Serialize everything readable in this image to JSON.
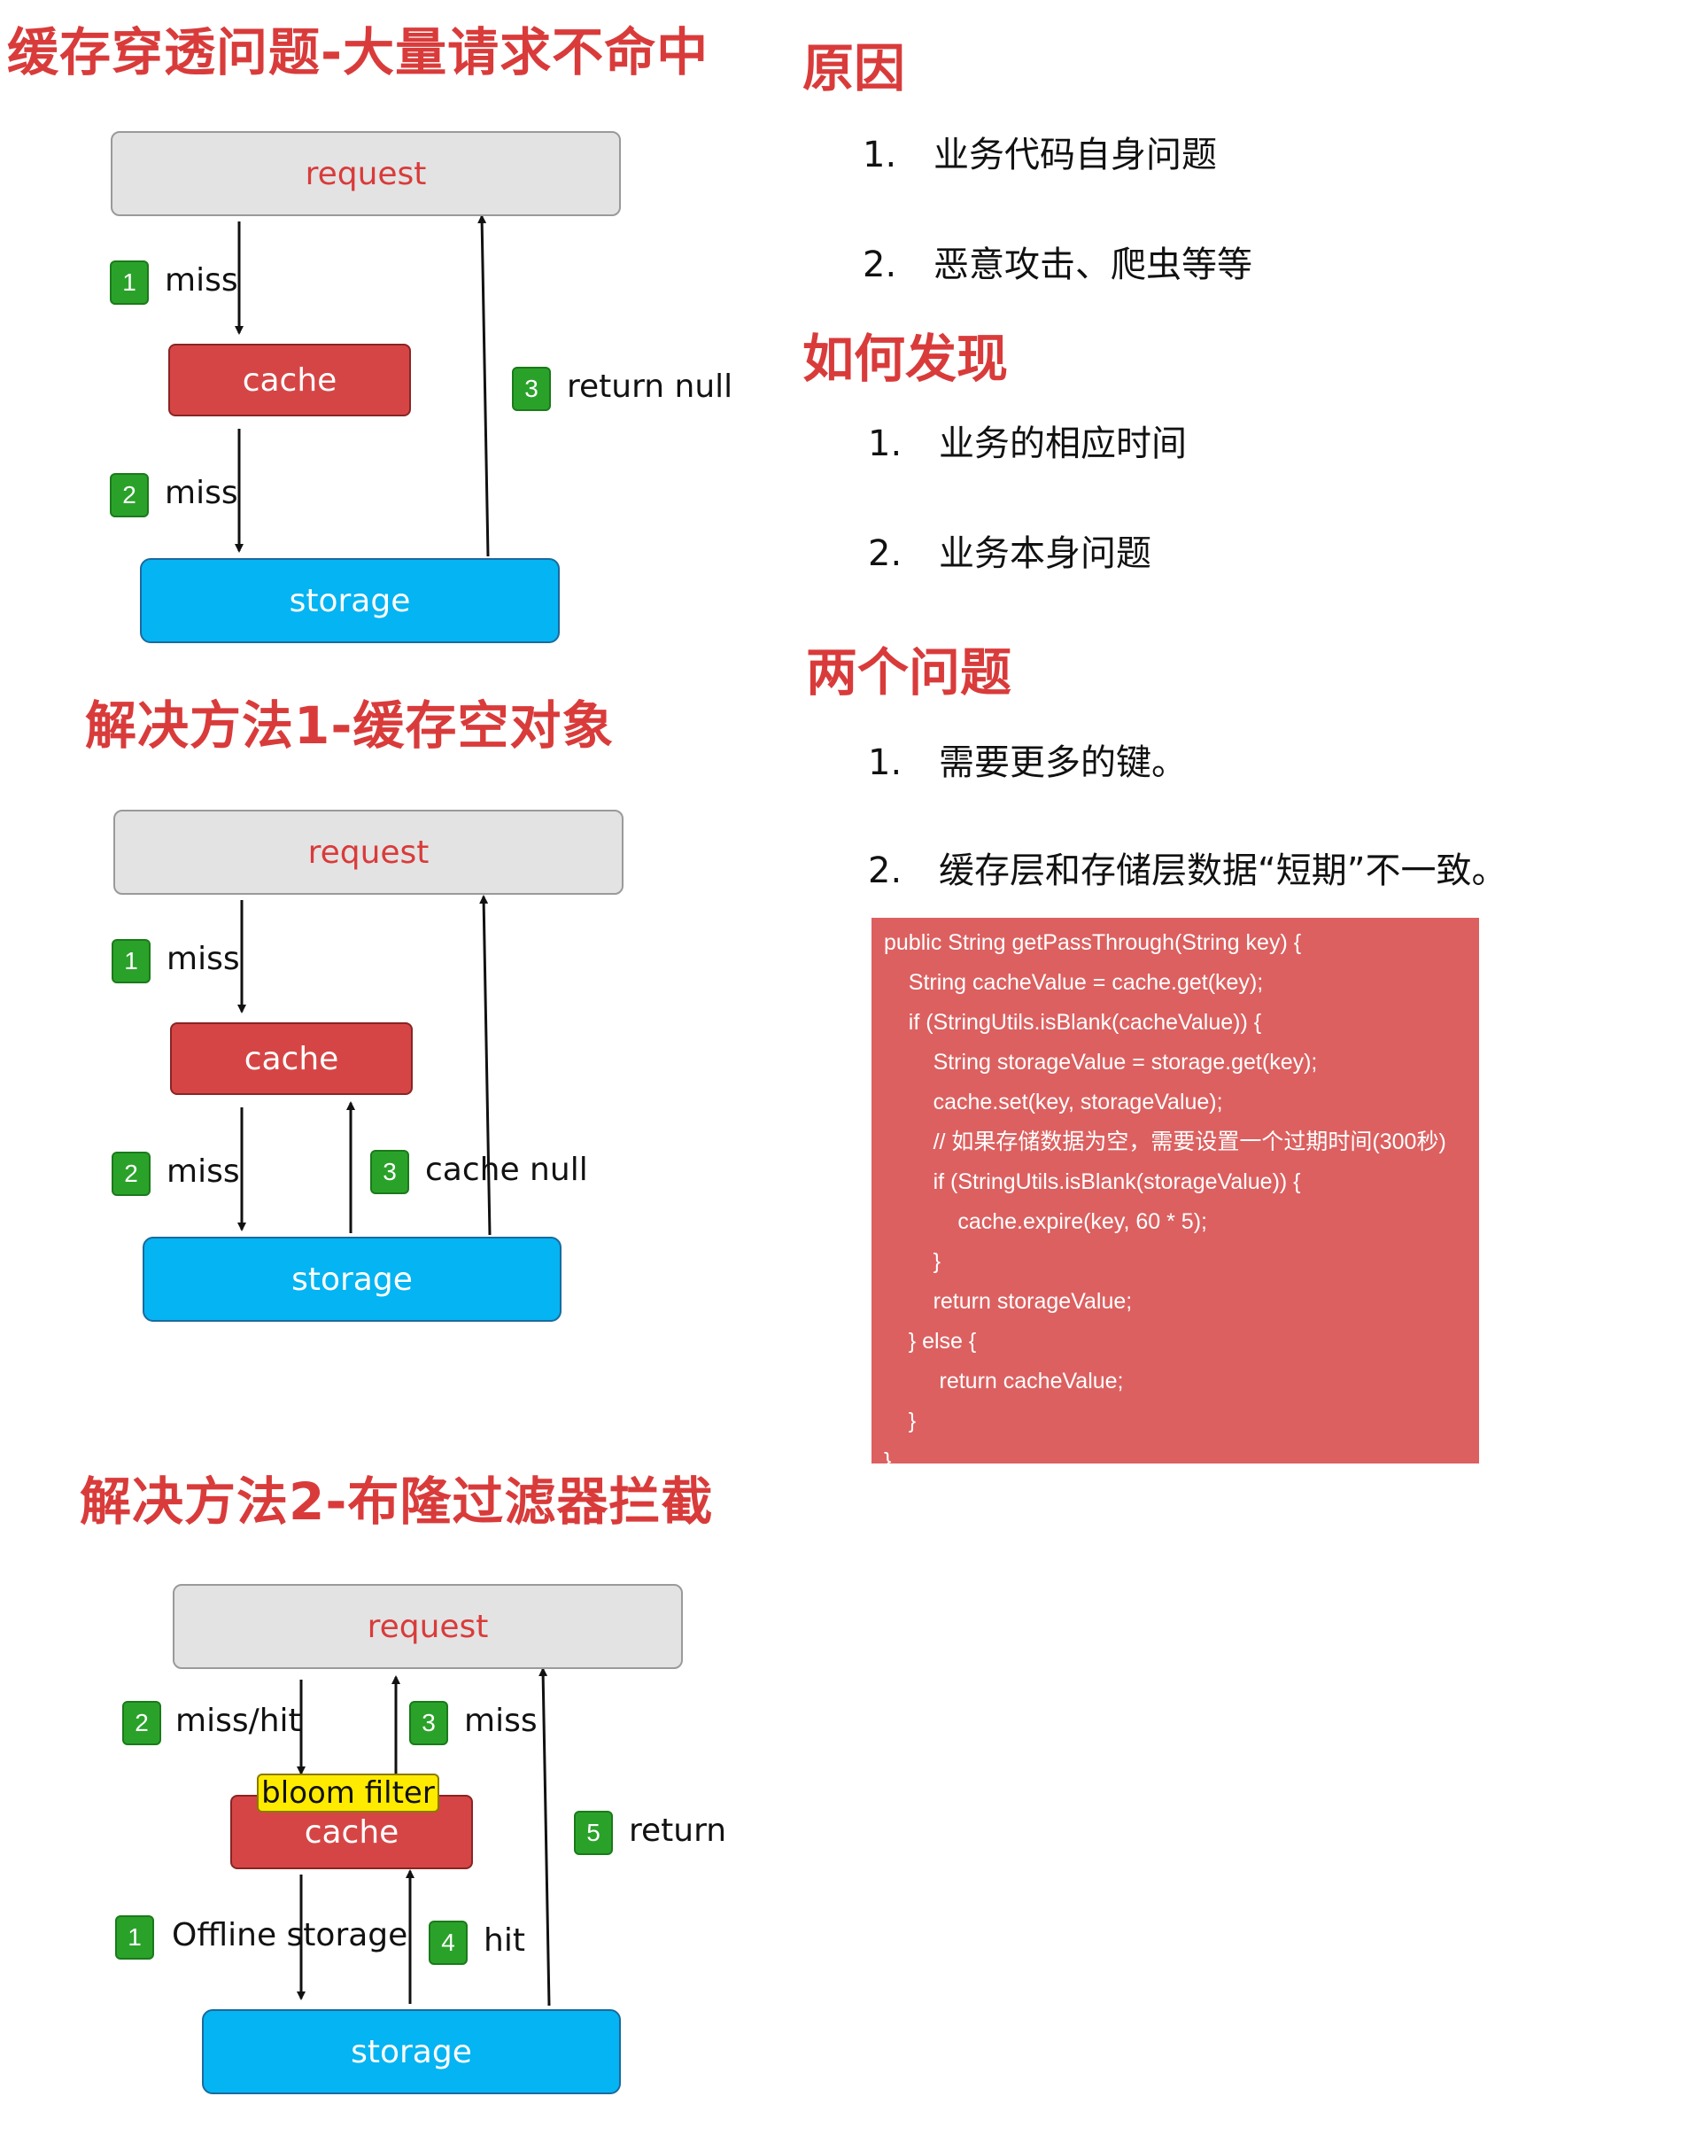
{
  "left": {
    "title1": "缓存穿透问题-大量请求不命中",
    "title2": "解决方法1-缓存空对象",
    "title3": "解决方法2-布隆过滤器拦截"
  },
  "diagram1": {
    "request": "request",
    "cache": "cache",
    "storage": "storage",
    "steps": [
      {
        "num": "1",
        "label": "miss"
      },
      {
        "num": "2",
        "label": "miss"
      },
      {
        "num": "3",
        "label": "return null"
      }
    ]
  },
  "diagram2": {
    "request": "request",
    "cache": "cache",
    "storage": "storage",
    "steps": [
      {
        "num": "1",
        "label": "miss"
      },
      {
        "num": "2",
        "label": "miss"
      },
      {
        "num": "3",
        "label": "cache null"
      }
    ]
  },
  "diagram3": {
    "request": "request",
    "bloom": "bloom filter",
    "cache": "cache",
    "storage": "storage",
    "steps": [
      {
        "num": "2",
        "label": "miss/hit"
      },
      {
        "num": "3",
        "label": "miss"
      },
      {
        "num": "5",
        "label": "return"
      },
      {
        "num": "1",
        "label": "Offline storage"
      },
      {
        "num": "4",
        "label": "hit"
      }
    ]
  },
  "right": {
    "reason_title": "原因",
    "reasons": [
      {
        "num": "1.",
        "text": "业务代码自身问题"
      },
      {
        "num": "2.",
        "text": "恶意攻击、爬虫等等"
      }
    ],
    "detect_title": "如何发现",
    "detects": [
      {
        "num": "1.",
        "text": "业务的相应时间"
      },
      {
        "num": "2.",
        "text": "业务本身问题"
      }
    ],
    "issues_title": "两个问题",
    "issues": [
      {
        "num": "1.",
        "text": "需要更多的键。"
      },
      {
        "num": "2.",
        "text": "缓存层和存储层数据“短期”不一致。"
      }
    ]
  },
  "code": {
    "lines": [
      "public String getPassThrough(String key) {",
      "    String cacheValue = cache.get(key);",
      "    if (StringUtils.isBlank(cacheValue)) {",
      "        String storageValue = storage.get(key);",
      "        cache.set(key, storageValue);",
      "        // 如果存储数据为空，需要设置一个过期时间(300秒)",
      "        if (StringUtils.isBlank(storageValue)) {",
      "            cache.expire(key, 60 * 5);",
      "        }",
      "        return storageValue;",
      "    } else {",
      "         return cacheValue;",
      "    }",
      "}"
    ]
  },
  "colors": {
    "title_red": "#d93b3b",
    "cache_red": "#d64545",
    "storage_blue": "#05b4f2",
    "request_gray": "#e3e3e3",
    "badge_green": "#2aa22a",
    "bloom_yellow": "#ffeb00",
    "code_bg": "#dc6060"
  }
}
